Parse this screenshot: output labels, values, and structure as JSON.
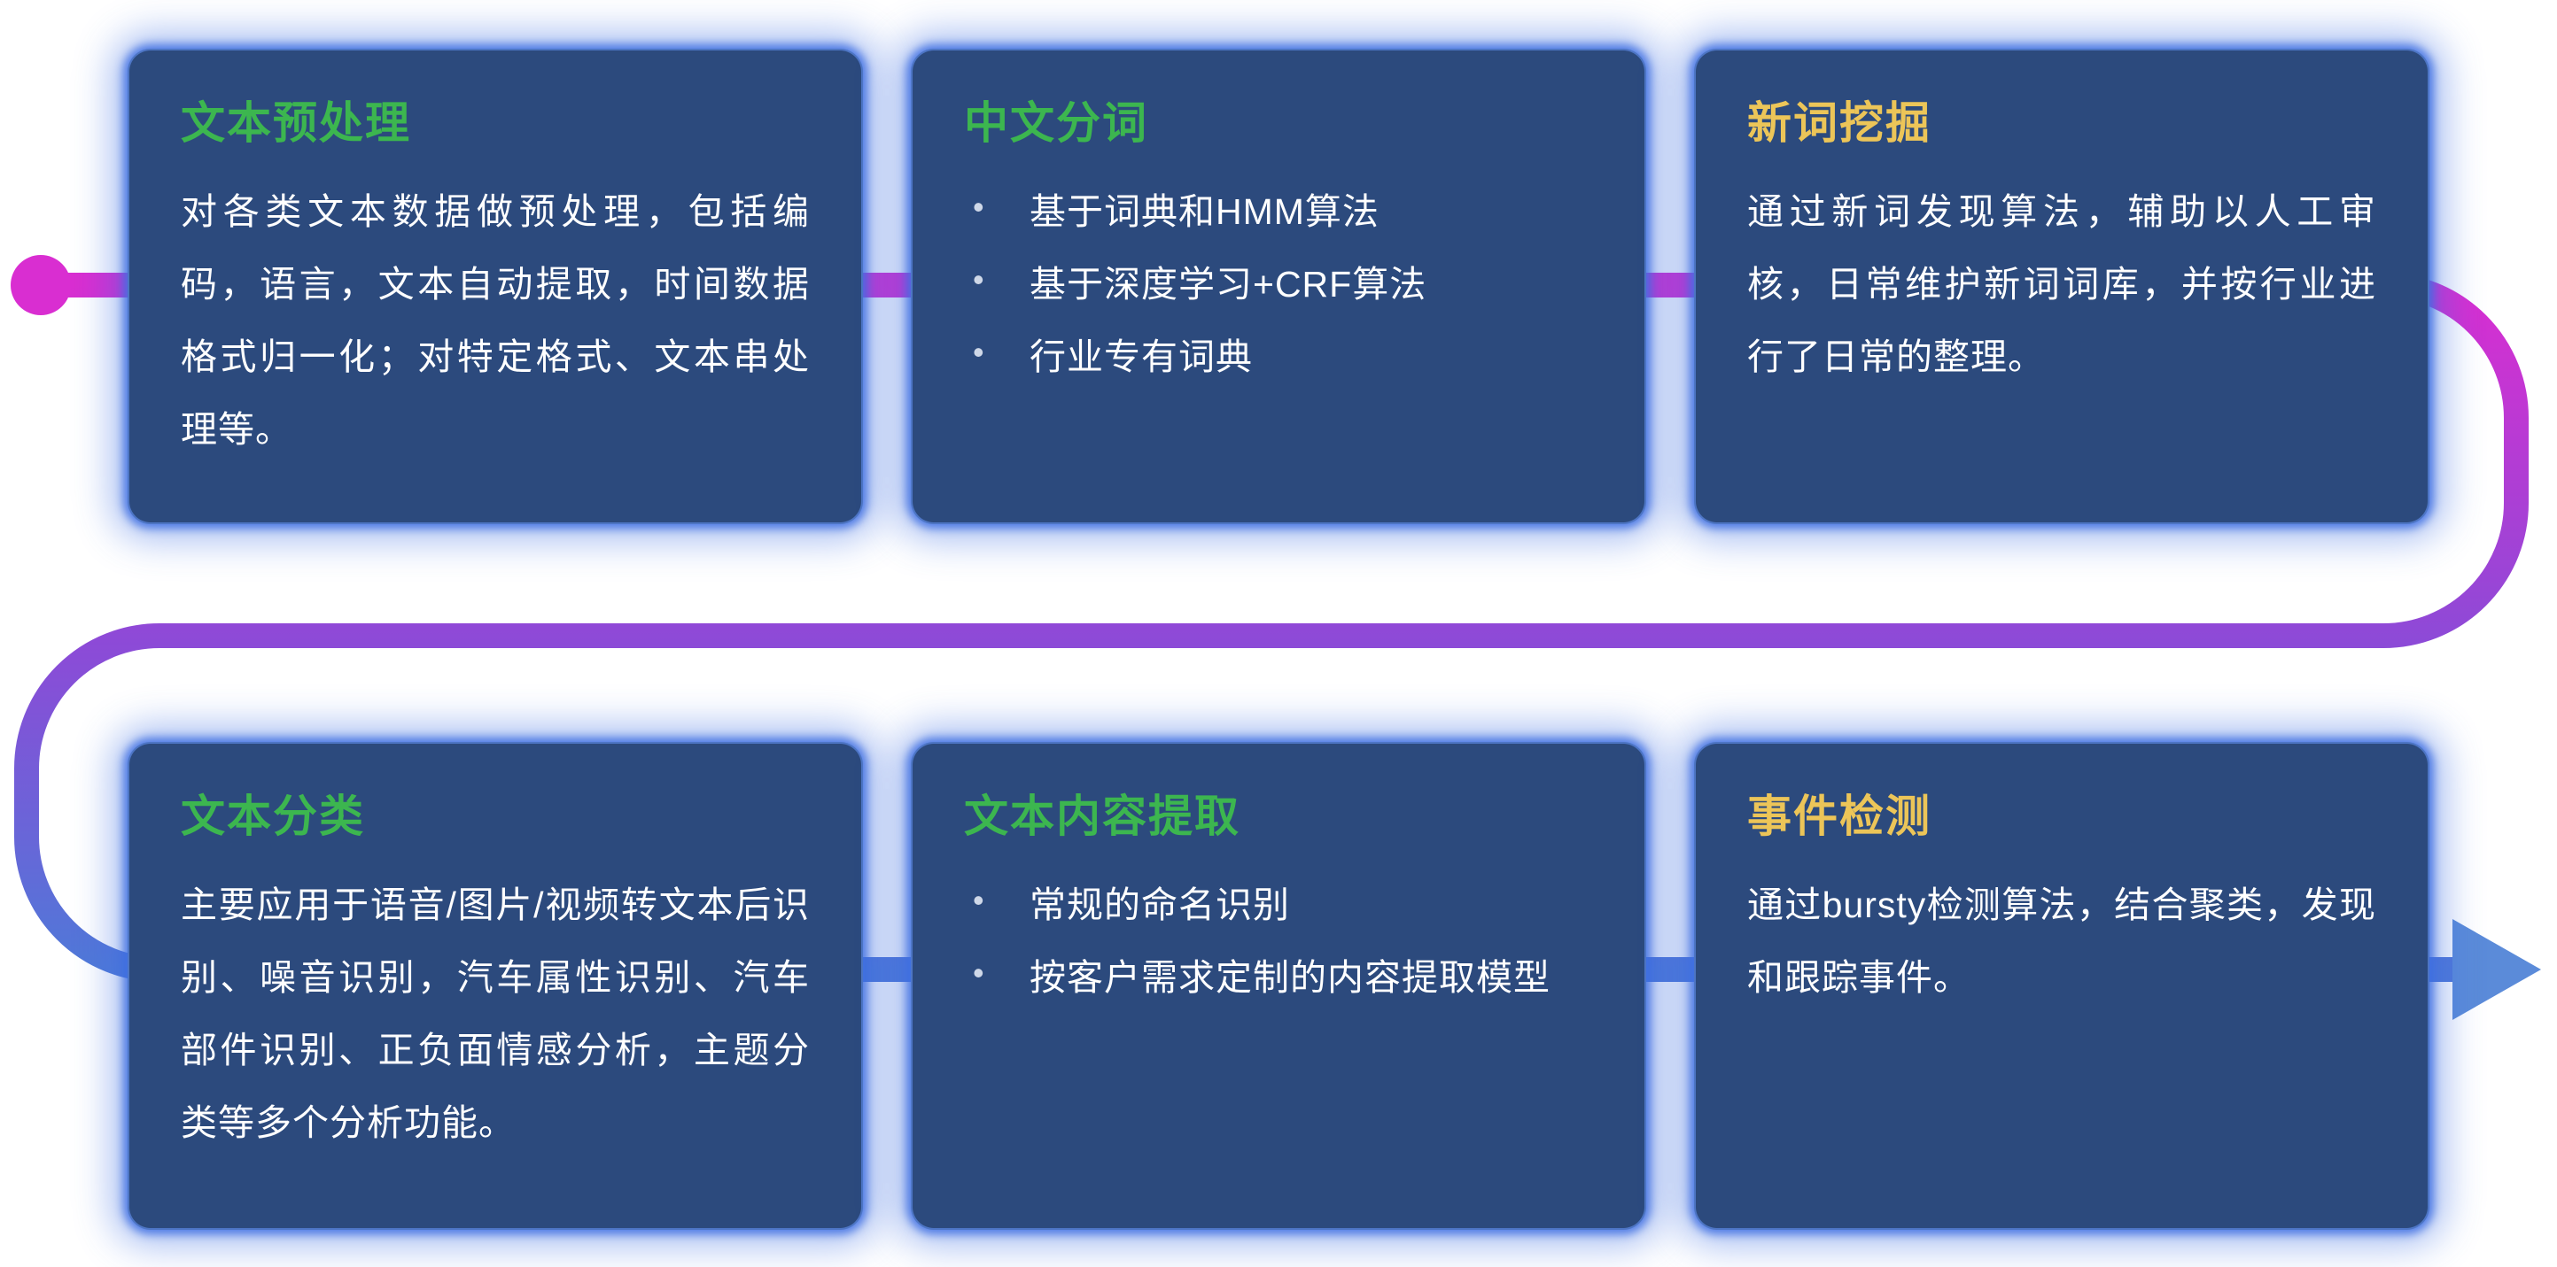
{
  "page": {
    "background_color": "#ffffff"
  },
  "flow": {
    "start_dot_color": "#d92ed1",
    "gradient": {
      "start": "#d92ed1",
      "mid": "#8d4ad7",
      "end": "#4f79d8"
    },
    "arrow_color": "#5b8bd9"
  },
  "cards": [
    {
      "title": "文本预处理",
      "title_color": "#3cb64f",
      "body": "对各类文本数据做预处理，包括编码，语言，文本自动提取，时间数据格式归一化；对特定格式、文本串处理等。"
    },
    {
      "title": "中文分词",
      "title_color": "#3cb64f",
      "bullets": [
        "基于词典和HMM算法",
        "基于深度学习+CRF算法",
        "行业专有词典"
      ]
    },
    {
      "title": "新词挖掘",
      "title_color": "#ecc558",
      "body": "通过新词发现算法，辅助以人工审核，日常维护新词词库，并按行业进行了日常的整理。"
    },
    {
      "title": "文本分类",
      "title_color": "#3cb64f",
      "body": "主要应用于语音/图片/视频转文本后识别、噪音识别，汽车属性识别、汽车部件识别、正负面情感分析，主题分类等多个分析功能。"
    },
    {
      "title": "文本内容提取",
      "title_color": "#3cb64f",
      "bullets": [
        "常规的命名识别",
        "按客户需求定制的内容提取模型"
      ]
    },
    {
      "title": "事件检测",
      "title_color": "#ecc558",
      "body": "通过bursty检测算法，结合聚类，发现和跟踪事件。"
    }
  ]
}
